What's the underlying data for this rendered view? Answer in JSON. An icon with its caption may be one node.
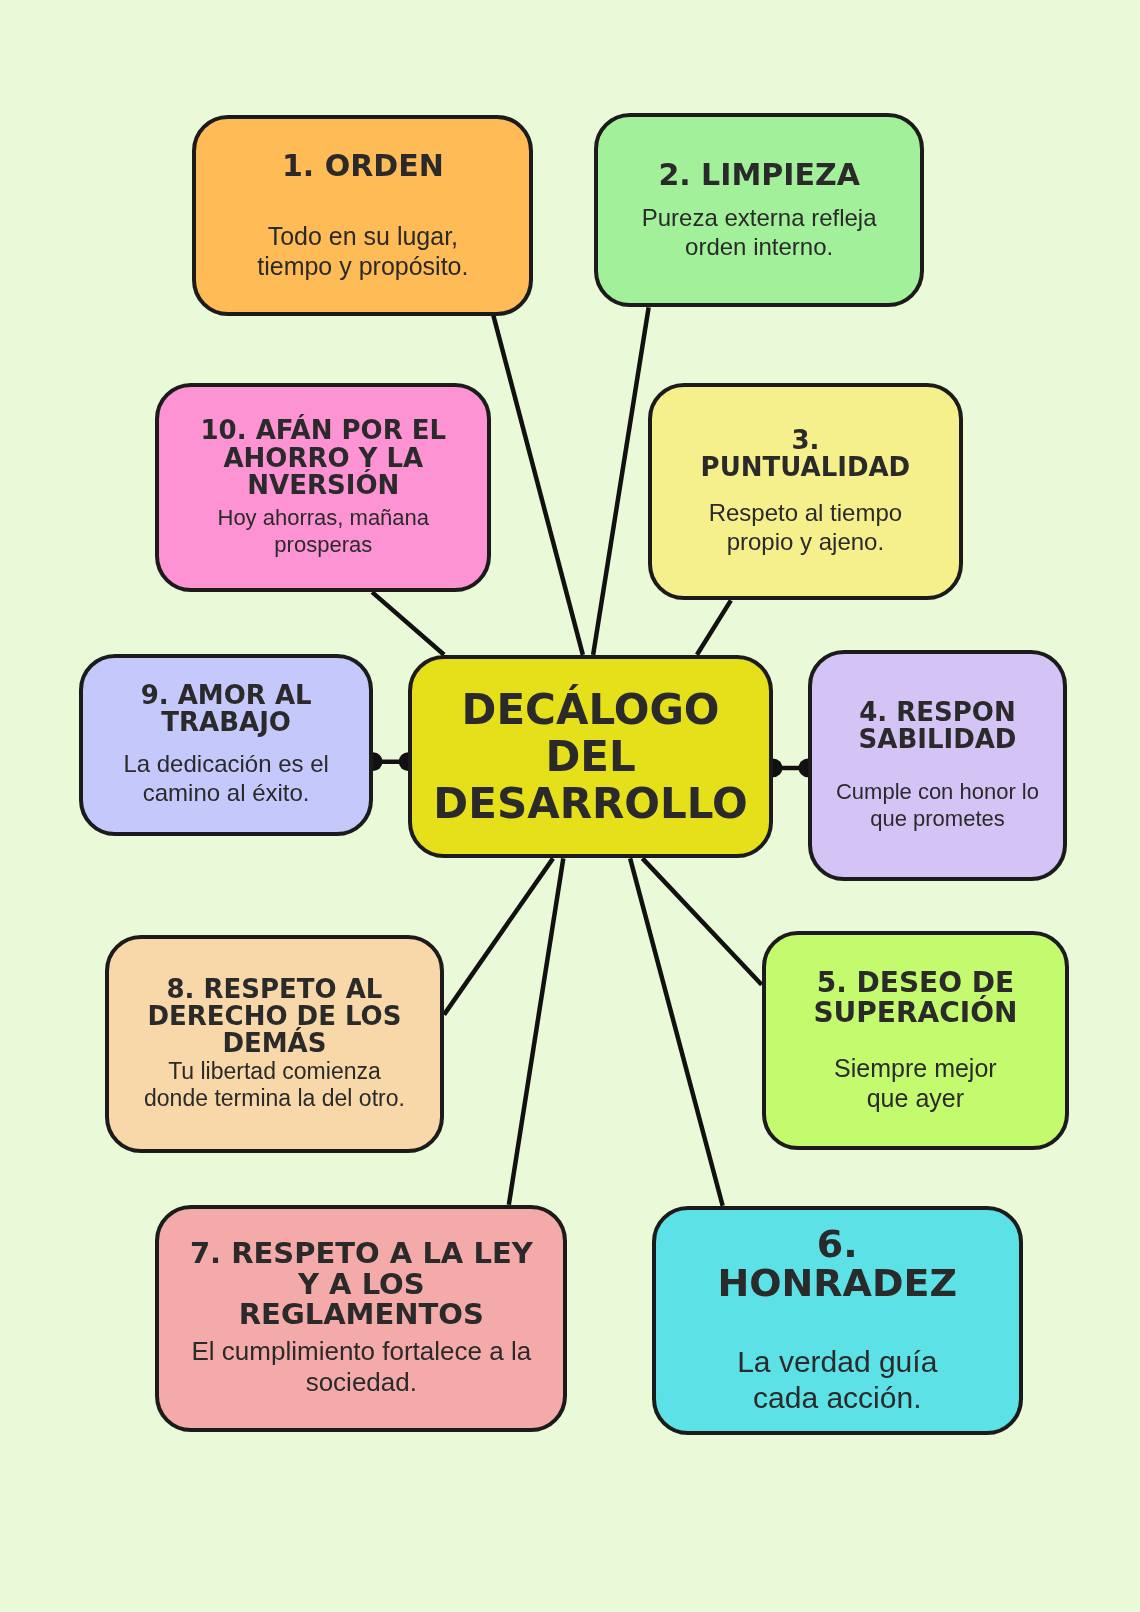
{
  "diagram": {
    "nodes": [
      {
        "text": [
          "DECÁLOGO DEL DESARROLLO"
        ]
      },
      {
        "text": [
          "1. ORDEN",
          "Todo en su lugar, tiempo y propósito."
        ]
      },
      {
        "text": [
          "2. LIMPIEZA",
          "Pureza externa refleja orden interno."
        ]
      },
      {
        "text": [
          "3. PUNTUALIDAD",
          "Respeto al tiempo propio y ajeno."
        ]
      },
      {
        "text": [
          "4. RESPON SABILIDAD",
          "Cumple con honor lo que prometes"
        ]
      },
      {
        "text": [
          "5. DESEO DE SUPERACIÓN",
          "Siempre mejor que ayer"
        ]
      },
      {
        "text": [
          "6. HONRADEZ",
          "La verdad guía cada acción."
        ]
      },
      {
        "text": [
          "7. RESPETO A LA LEY Y A LOS REGLAMENTOS",
          "El cumplimiento fortalece a la sociedad."
        ]
      },
      {
        "text": [
          "8. RESPETO AL DERECHO DE LOS DEMÁS",
          "Tu libertad comienza donde termina la del otro."
        ]
      },
      {
        "text": [
          "9. AMOR AL TRABAJO",
          "La dedicación es el camino al éxito."
        ]
      },
      {
        "text": [
          "10. AFÁN POR EL AHORRO Y LA NVERSIÓN",
          "Hoy ahorras, mañana prosperas"
        ]
      }
    ],
    "edges": [
      {
        "from": 0,
        "to": 1,
        "arrow": "none"
      },
      {
        "from": 0,
        "to": 2,
        "arrow": "none"
      },
      {
        "from": 0,
        "to": 3,
        "arrow": "none"
      },
      {
        "from": 0,
        "to": 4,
        "arrow": "other"
      },
      {
        "from": 0,
        "to": 5,
        "arrow": "none"
      },
      {
        "from": 0,
        "to": 6,
        "arrow": "none"
      },
      {
        "from": 0,
        "to": 7,
        "arrow": "none"
      },
      {
        "from": 0,
        "to": 8,
        "arrow": "none"
      },
      {
        "from": 0,
        "to": 9,
        "arrow": "other"
      },
      {
        "from": 0,
        "to": 10,
        "arrow": "none"
      }
    ]
  }
}
